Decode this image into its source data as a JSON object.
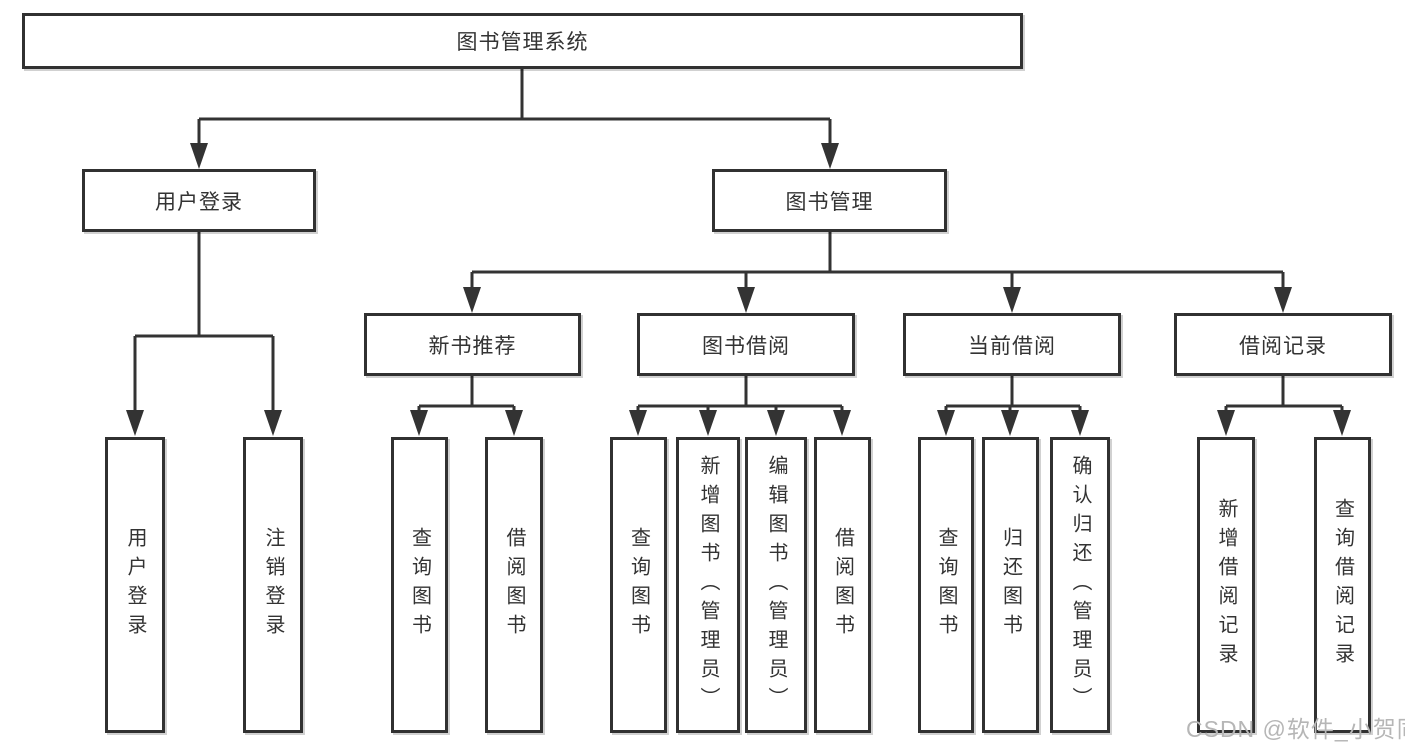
{
  "diagram": {
    "type": "hierarchy-tree",
    "colors": {
      "line": "#333333",
      "box_border": "#313131",
      "box_fill": "#ffffff",
      "text": "#333333",
      "watermark": "#b6b6b6"
    },
    "watermark": "CSDN @软件_小贺同学",
    "tree": {
      "root": {
        "label": "图书管理系统"
      },
      "branches": [
        {
          "label": "用户登录",
          "children": [
            {
              "label": "用户登录"
            },
            {
              "label": "注销登录"
            }
          ]
        },
        {
          "label": "图书管理",
          "children": [
            {
              "label": "新书推荐",
              "children": [
                {
                  "label": "查询图书"
                },
                {
                  "label": "借阅图书"
                }
              ]
            },
            {
              "label": "图书借阅",
              "children": [
                {
                  "label": "查询图书"
                },
                {
                  "label": "新增图书（管理员）"
                },
                {
                  "label": "编辑图书（管理员）"
                },
                {
                  "label": "借阅图书"
                }
              ]
            },
            {
              "label": "当前借阅",
              "children": [
                {
                  "label": "查询图书"
                },
                {
                  "label": "归还图书"
                },
                {
                  "label": "确认归还（管理员）"
                }
              ]
            },
            {
              "label": "借阅记录",
              "children": [
                {
                  "label": "新增借阅记录"
                },
                {
                  "label": "查询借阅记录"
                }
              ]
            }
          ]
        }
      ]
    }
  }
}
